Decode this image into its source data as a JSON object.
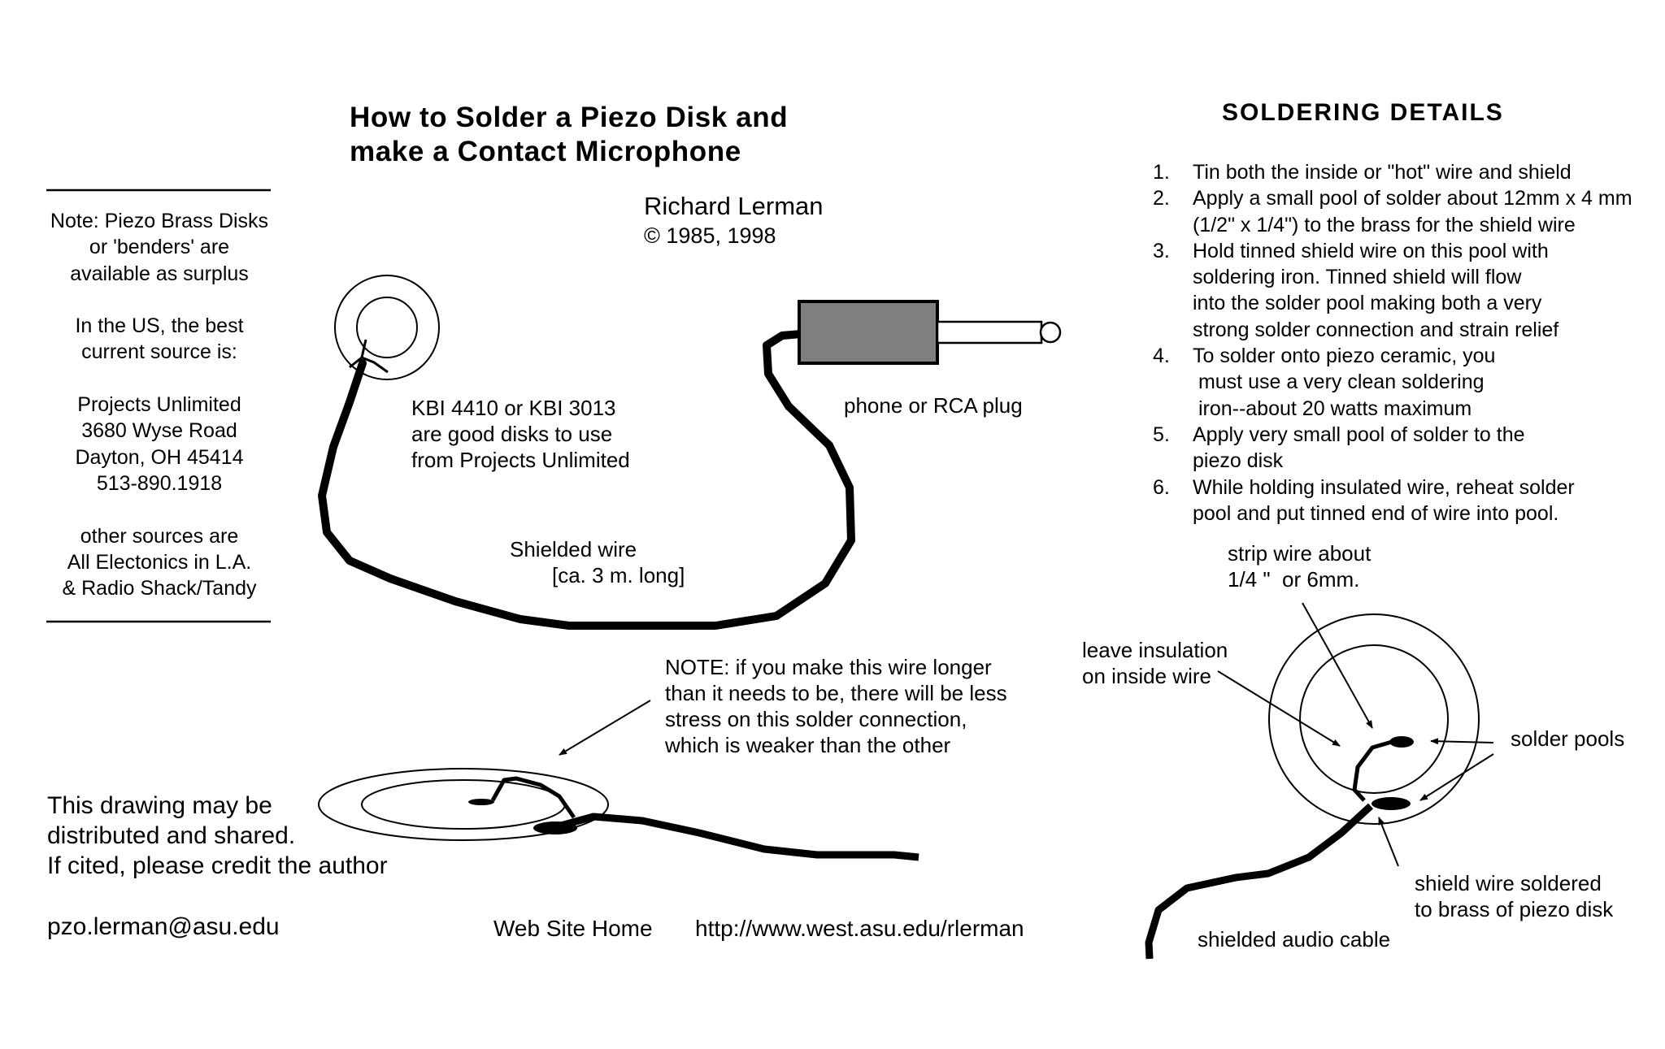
{
  "header": {
    "title_lines": [
      "How to Solder a Piezo Disk and",
      "make a Contact Microphone"
    ],
    "author": "Richard Lerman",
    "copyright": "© 1985, 1998"
  },
  "sidebar_note": {
    "lines": [
      "Note:  Piezo Brass Disks",
      "or 'benders' are",
      "available as surplus",
      "",
      "In the US, the best",
      "current source is:",
      "",
      "Projects Unlimited",
      "3680 Wyse Road",
      "Dayton, OH  45414",
      "513-890.1918",
      "",
      "other sources are",
      "All Electonics in L.A.",
      "& Radio Shack/Tandy"
    ]
  },
  "diagram_labels": {
    "disk_note": [
      "KBI 4410 or KBI 3013",
      "are good disks to use",
      "from Projects Unlimited"
    ],
    "plug": "phone or RCA plug",
    "wire": [
      "Shielded wire",
      "[ca.  3 m. long]"
    ],
    "wire_note": [
      "NOTE:  if you make this wire longer",
      "than it needs to be, there will be less",
      "stress on this solder connection,",
      "which is weaker than the other"
    ]
  },
  "footer": {
    "distribution": [
      "This drawing may be",
      "distributed and shared.",
      "If cited, please credit the author"
    ],
    "email": "pzo.lerman@asu.edu",
    "web_label": "Web Site Home",
    "web_url": "http://www.west.asu.edu/rlerman"
  },
  "soldering_details": {
    "heading": "SOLDERING DETAILS",
    "steps": [
      {
        "num": "1.",
        "lines": [
          "Tin both the inside or \"hot\" wire and shield"
        ]
      },
      {
        "num": "2.",
        "lines": [
          "Apply a small pool of solder about 12mm x 4 mm",
          "(1/2\" x 1/4\")   to the brass for the shield wire"
        ]
      },
      {
        "num": "3.",
        "lines": [
          "Hold tinned shield wire on this pool with",
          "soldering iron.  Tinned shield will flow",
          "into the solder pool making both a very",
          "strong solder connection and strain relief"
        ]
      },
      {
        "num": "4.",
        "lines": [
          "To solder onto piezo ceramic, you",
          " must use a very clean soldering",
          " iron--about 20 watts maximum"
        ]
      },
      {
        "num": "5.",
        "lines": [
          "Apply very small pool of solder to the",
          "piezo disk"
        ]
      },
      {
        "num": "6.",
        "lines": [
          "While holding insulated wire, reheat solder",
          "pool and put tinned end of wire into pool."
        ]
      }
    ],
    "labels": {
      "strip": [
        "strip wire about",
        "1/4 \"  or 6mm."
      ],
      "insulation": [
        "leave insulation",
        "on inside wire"
      ],
      "pools": "solder pools",
      "shield": [
        "shield wire soldered",
        "to brass of piezo disk"
      ],
      "cable": "shielded audio cable"
    }
  }
}
